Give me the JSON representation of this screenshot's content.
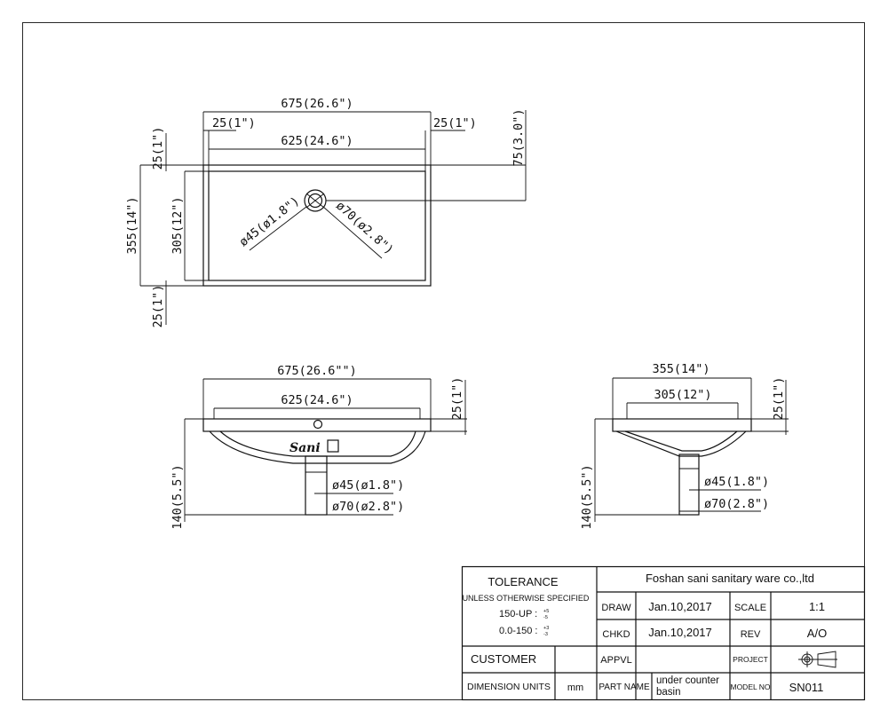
{
  "top_view": {
    "overall_width": "675(26.6\")",
    "left_rim": "25(1\")",
    "right_rim": "25(1\")",
    "inner_width": "625(24.6\")",
    "drain_offset": "75(3.0\")",
    "top_rim": "25(1\")",
    "overall_depth": "355(14\")",
    "inner_depth": "305(12\")",
    "bottom_rim": "25(1\")",
    "drain_inner": "ø45(ø1.8\")",
    "drain_outer": "ø70(ø2.8\")"
  },
  "front_view": {
    "overall_width": "675(26.6\"\")",
    "inner_width": "625(24.6\")",
    "rim_height": "25(1\")",
    "total_height": "140(5.5\")",
    "drain_inner": "ø45(ø1.8\")",
    "drain_outer": "ø70(ø2.8\")",
    "logo_text": "Sani"
  },
  "side_view": {
    "overall_width": "355(14\")",
    "inner_width": "305(12\")",
    "rim_height": "25(1\")",
    "total_height": "140(5.5\")",
    "drain_inner": "ø45(1.8\")",
    "drain_outer": "ø70(2.8\")"
  },
  "title_block": {
    "tolerance_label": "TOLERANCE",
    "unless_label": "UNLESS OTHERWISE SPECIFIED",
    "tol_150_up": "150-UP :",
    "tol_150_up_plus": "+5",
    "tol_150_up_minus": "-5",
    "tol_0_150": "0.0-150 :",
    "tol_0_150_plus": "+3",
    "tol_0_150_minus": "-3",
    "company": "Foshan sani sanitary ware co.,ltd",
    "draw_label": "DRAW",
    "draw_date": "Jan.10,2017",
    "scale_label": "SCALE",
    "scale_value": "1:1",
    "chkd_label": "CHKD",
    "chkd_date": "Jan.10,2017",
    "rev_label": "REV",
    "rev_value": "A/O",
    "customer_label": "CUSTOMER",
    "appvl_label": "APPVL",
    "project_label": "PROJECT",
    "dim_units_label": "DIMENSION UNITS",
    "dim_units_value": "mm",
    "part_name_label": "PART NAME",
    "part_name_line1": "under counter",
    "part_name_line2": "basin",
    "model_no_label": "MODEL NO",
    "model_no_value": "SN011"
  }
}
